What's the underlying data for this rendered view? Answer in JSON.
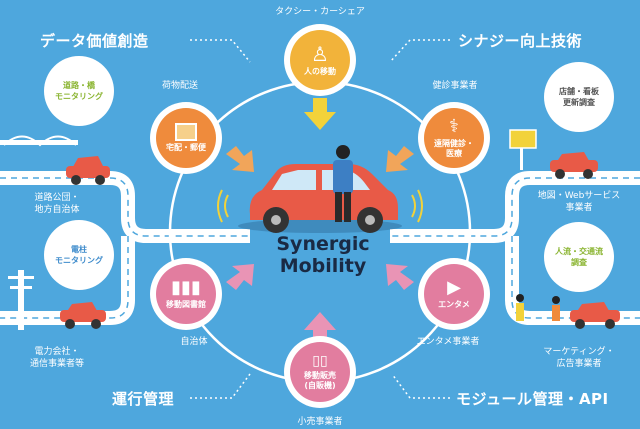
{
  "headings": {
    "top_left": "データ価値創造",
    "top_right": "シナジー向上技術",
    "bottom_left": "運行管理",
    "bottom_right": "モジュール管理・API"
  },
  "center_title": [
    "Synergic",
    "Mobility"
  ],
  "nodes": {
    "top": {
      "text": [
        "人の移動"
      ],
      "caption": "タクシー・カーシェア",
      "color": "#f2b33a"
    },
    "upper_left": {
      "text": [
        "宅配・郵便"
      ],
      "caption": "荷物配送",
      "color": "#ef8b3c"
    },
    "upper_right": {
      "text": [
        "遠隔健診・",
        "医療"
      ],
      "caption": "健診事業者",
      "color": "#ef8b3c"
    },
    "lower_left": {
      "text": [
        "移動図書館"
      ],
      "caption": "自治体",
      "color": "#e27d9f"
    },
    "lower_right": {
      "text": [
        "エンタメ"
      ],
      "caption": "エンタメ事業者",
      "color": "#e27d9f"
    },
    "bottom": {
      "text": [
        "移動販売",
        "(自販機)"
      ],
      "caption": "小売事業者",
      "color": "#e27d9f"
    }
  },
  "bubbles": {
    "left_top": {
      "text": [
        "道路・橋",
        "モニタリング"
      ],
      "color": "#8bb532"
    },
    "left_bottom": {
      "text": [
        "電柱",
        "モニタリング"
      ],
      "color": "#3f8ccc"
    },
    "right_top": {
      "text": [
        "店舗・看板",
        "更新調査"
      ],
      "color": "#555555"
    },
    "right_bottom": {
      "text": [
        "人流・交通流",
        "調査"
      ],
      "color": "#8bb532"
    }
  },
  "side_labels": {
    "left_top": [
      "道路公団・",
      "地方自治体"
    ],
    "left_bottom": [
      "電力会社・",
      "通信事業者等"
    ],
    "right_top": [
      "地図・Webサービス",
      "事業者"
    ],
    "right_bottom": [
      "マーケティング・",
      "広告事業者"
    ]
  },
  "colors": {
    "background": "#4ea7dd",
    "road": "#ffffff",
    "car": "#e85a47",
    "arrow_yellow": "#f2d23a",
    "arrow_orange": "#f1a55a",
    "arrow_pink": "#e994b5"
  }
}
